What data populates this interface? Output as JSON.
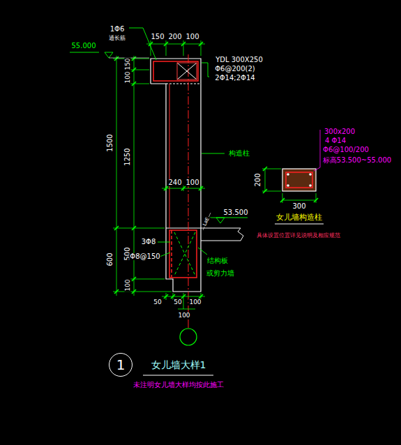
{
  "diagram": {
    "title": "女儿墙大样1",
    "caption": "未注明女儿墙大样均按此施工",
    "nodes": [
      {
        "text": [
          "1"
        ]
      }
    ],
    "labels": [
      "1Φ6",
      "通长筋",
      "55.000",
      "150",
      "200",
      "100",
      "YDL 300X250",
      "Φ6@200(2)",
      "2Φ14;2Φ14",
      "100",
      "150",
      "1500",
      "1250",
      "构造柱",
      "240",
      "100",
      "53.500",
      "LaE",
      "600",
      "500",
      "100",
      "3Φ8",
      "Φ8@150",
      "结构板",
      "或剪力墙",
      "50",
      "50",
      "100",
      "100",
      "300x200",
      "4 Φ14",
      "Φ6@100/200",
      "标高53.500~55.000",
      "200",
      "300",
      "女儿墙构造柱",
      "具体设置位置详见说明及相应规范"
    ]
  }
}
